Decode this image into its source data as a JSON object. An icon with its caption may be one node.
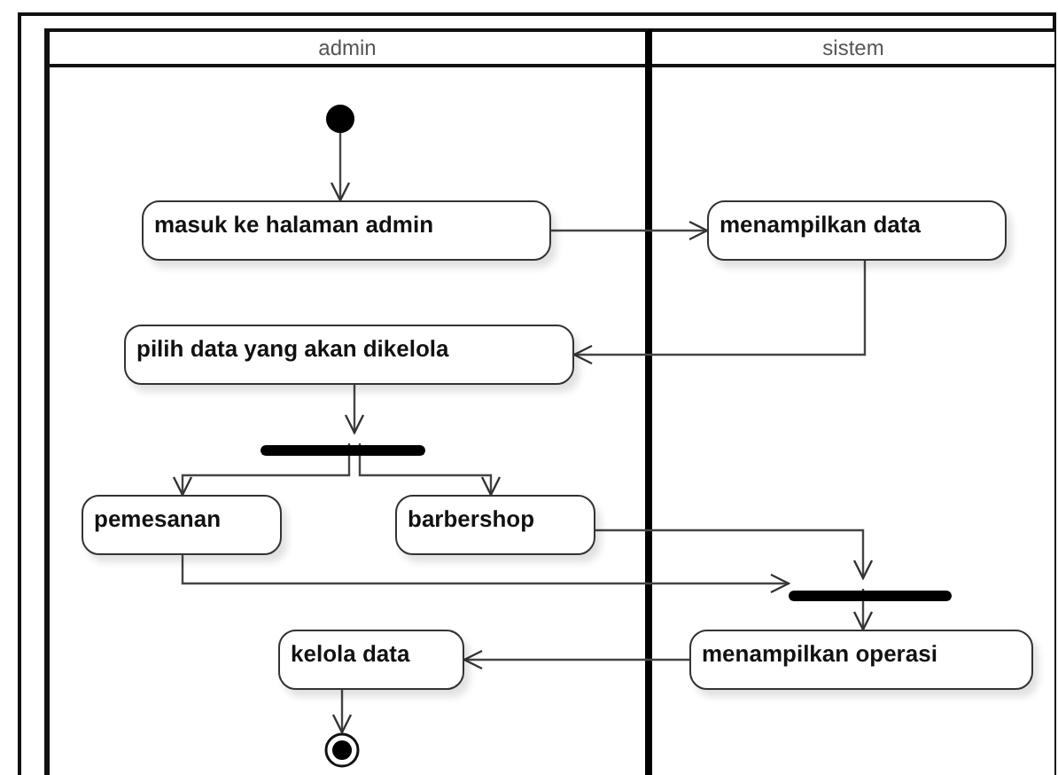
{
  "diagram": {
    "nodes": [
      {
        "text": [
          "admin"
        ]
      },
      {
        "text": [
          "sistem"
        ]
      },
      {
        "text": [],
        "shape": "circle",
        "in": 0
      },
      {
        "text": [
          "masuk ke halaman admin"
        ],
        "in": 0
      },
      {
        "text": [
          "menampilkan data"
        ],
        "in": 1
      },
      {
        "text": [
          "pilih data yang akan dikelola"
        ],
        "in": 0
      },
      {
        "text": [],
        "shape": "bar",
        "in": 0
      },
      {
        "text": [
          "pemesanan"
        ],
        "in": 0
      },
      {
        "text": [
          "barbershop"
        ],
        "in": 0
      },
      {
        "text": [],
        "shape": "bar",
        "in": 1
      },
      {
        "text": [
          "menampilkan operasi"
        ],
        "in": 1
      },
      {
        "text": [
          "kelola data"
        ],
        "in": 0
      },
      {
        "text": [],
        "shape": "bullseye",
        "in": 0
      }
    ],
    "edges": [
      {
        "from": 2,
        "to": 3,
        "arrow": "to"
      },
      {
        "from": 3,
        "to": 4,
        "arrow": "to"
      },
      {
        "from": 4,
        "to": 5,
        "arrow": "to"
      },
      {
        "from": 5,
        "to": 6,
        "arrow": "to"
      },
      {
        "from": 6,
        "to": 7,
        "arrow": "to"
      },
      {
        "from": 6,
        "to": 8,
        "arrow": "to"
      },
      {
        "from": 7,
        "to": 9,
        "arrow": "to"
      },
      {
        "from": 8,
        "to": 9,
        "arrow": "to"
      },
      {
        "from": 9,
        "to": 10,
        "arrow": "to"
      },
      {
        "from": 10,
        "to": 11,
        "arrow": "to"
      },
      {
        "from": 11,
        "to": 12,
        "arrow": "to"
      }
    ]
  }
}
